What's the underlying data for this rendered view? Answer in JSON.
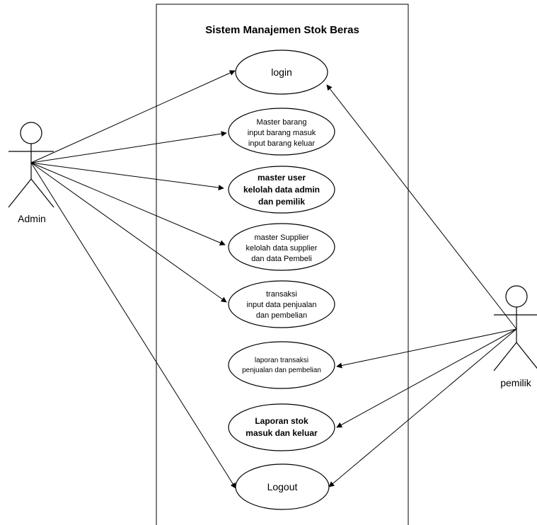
{
  "system": {
    "title": "Sistem Manajemen Stok Beras"
  },
  "actors": {
    "admin": {
      "label": "Admin"
    },
    "pemilik": {
      "label": "pemilik"
    }
  },
  "use_cases": {
    "login": {
      "lines": [
        "login"
      ]
    },
    "master_barang": {
      "lines": [
        "Master barang",
        "input barang masuk",
        "input barang keluar"
      ]
    },
    "master_user": {
      "lines": [
        "master user",
        "kelolah data admin",
        "dan pemilik"
      ]
    },
    "master_supplier": {
      "lines": [
        "master Supplier",
        "kelolah data supplier",
        "dan data Pembeli"
      ]
    },
    "transaksi": {
      "lines": [
        "transaksi",
        "input data penjualan",
        "dan pembelian"
      ]
    },
    "laporan_transaksi": {
      "lines": [
        "laporan transaksi",
        "penjualan dan pembelian"
      ]
    },
    "laporan_stok": {
      "lines": [
        "Laporan stok",
        "masuk dan keluar"
      ]
    },
    "logout": {
      "lines": [
        "Logout"
      ]
    }
  }
}
